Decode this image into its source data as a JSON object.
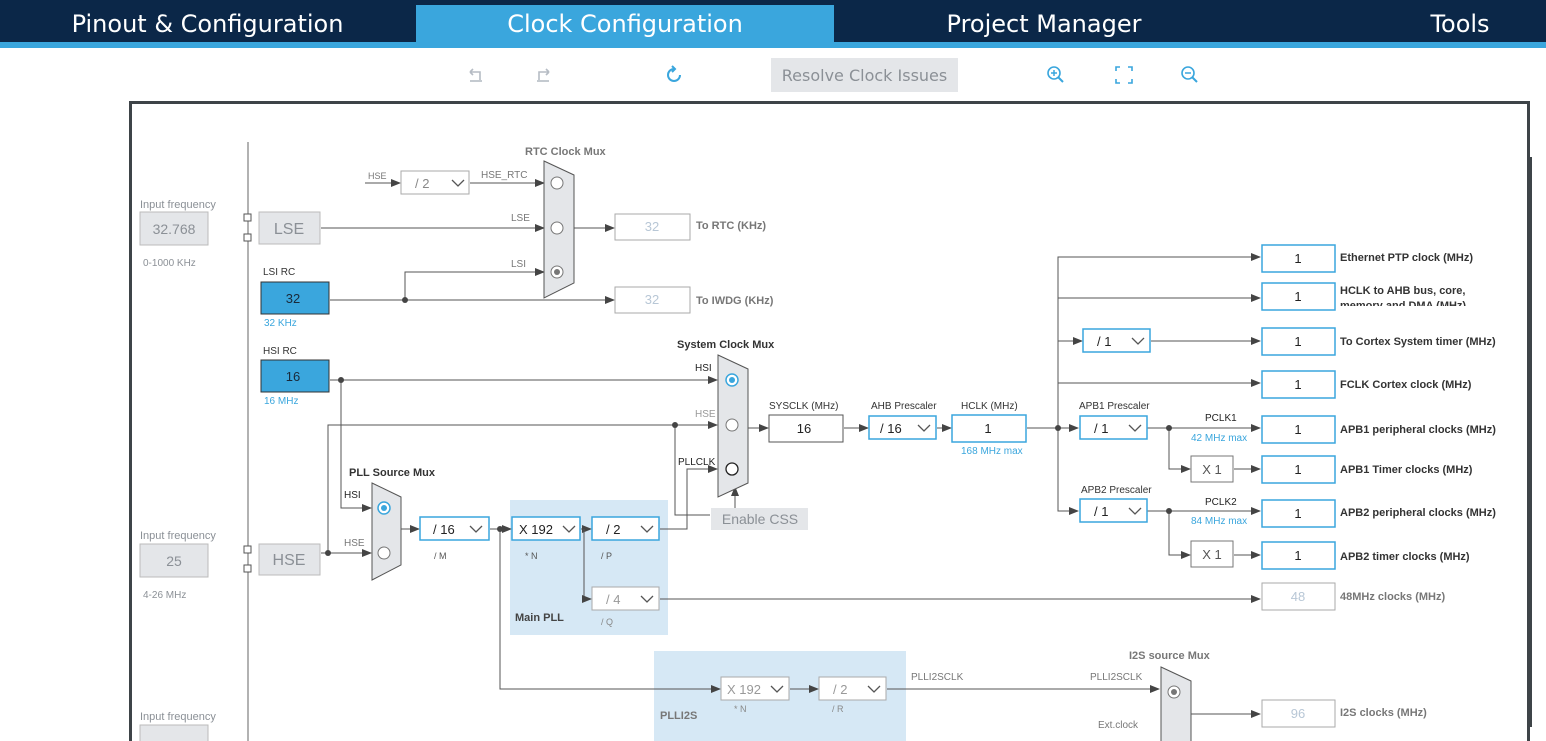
{
  "tabs": [
    {
      "label": "Pinout & Configuration",
      "active": false
    },
    {
      "label": "Clock Configuration",
      "active": true
    },
    {
      "label": "Project Manager",
      "active": false
    },
    {
      "label": "Tools",
      "active": false
    }
  ],
  "toolbar": {
    "resolve_label": "Resolve Clock Issues",
    "icons": [
      "undo-icon",
      "redo-icon",
      "refresh-icon",
      "zoom-in-icon",
      "fit-icon",
      "zoom-out-icon"
    ]
  },
  "diagram": {
    "lse": {
      "input_label": "Input frequency",
      "input_value": "32.768",
      "range": "0-1000 KHz",
      "box": "LSE"
    },
    "lsi": {
      "label": "LSI RC",
      "value": "32",
      "freq": "32 KHz"
    },
    "hsi": {
      "label": "HSI RC",
      "value": "16",
      "freq": "16 MHz"
    },
    "hse": {
      "input_label": "Input frequency",
      "input_value": "25",
      "range": "4-26 MHz",
      "box": "HSE"
    },
    "input3": {
      "label": "Input frequency"
    },
    "rtc_mux": {
      "title": "RTC Clock Mux",
      "hse_label": "HSE",
      "div": "/ 2",
      "hse_rtc": "HSE_RTC",
      "lse": "LSE",
      "lsi": "LSI",
      "to_rtc_value": "32",
      "to_rtc_label": "To RTC (KHz)",
      "to_iwdg_value": "32",
      "to_iwdg_label": "To IWDG (KHz)"
    },
    "sys_mux": {
      "title": "System Clock Mux",
      "hsi": "HSI",
      "hse": "HSE",
      "pllclk": "PLLCLK",
      "enable_css": "Enable CSS"
    },
    "pll_src_mux": {
      "title": "PLL Source Mux",
      "hsi": "HSI",
      "hse": "HSE"
    },
    "main_pll": {
      "title": "Main PLL",
      "m_value": "/ 16",
      "m_label": "/ M",
      "n_value": "X 192",
      "n_label": "* N",
      "p_value": "/ 2",
      "p_label": "/ P",
      "q_value": "/ 4",
      "q_label": "/ Q"
    },
    "sysclk": {
      "label": "SYSCLK (MHz)",
      "value": "16"
    },
    "ahb": {
      "label": "AHB Prescaler",
      "value": "/ 16"
    },
    "hclk": {
      "label": "HCLK (MHz)",
      "value": "1",
      "max": "168 MHz max"
    },
    "apb1": {
      "label": "APB1 Prescaler",
      "value": "/ 1",
      "pclk": "PCLK1",
      "max": "42 MHz max",
      "timer_mult": "X 1"
    },
    "apb2": {
      "label": "APB2 Prescaler",
      "value": "/ 1",
      "pclk": "PCLK2",
      "max": "84 MHz max",
      "timer_mult": "X 1"
    },
    "cortex_div": "/ 1",
    "outputs": [
      {
        "value": "1",
        "label": "Ethernet PTP clock (MHz)"
      },
      {
        "value": "1",
        "label": "HCLK to AHB bus, core,",
        "label2": "memory and DMA (MHz)"
      },
      {
        "value": "1",
        "label": "To Cortex System timer (MHz)"
      },
      {
        "value": "1",
        "label": "FCLK Cortex clock (MHz)"
      },
      {
        "value": "1",
        "label": "APB1 peripheral clocks (MHz)"
      },
      {
        "value": "1",
        "label": "APB1 Timer clocks (MHz)"
      },
      {
        "value": "1",
        "label": "APB2 peripheral clocks (MHz)"
      },
      {
        "value": "1",
        "label": "APB2 timer clocks (MHz)"
      },
      {
        "value": "48",
        "label": "48MHz clocks (MHz)"
      },
      {
        "value": "96",
        "label": "I2S clocks (MHz)"
      }
    ],
    "plli2s": {
      "title": "PLLI2S",
      "n_value": "X 192",
      "n_label": "* N",
      "r_value": "/ 2",
      "r_label": "/ R",
      "out": "PLLI2SCLK",
      "out2": "PLLI2SCLK"
    },
    "i2s_mux": {
      "title": "I2S source Mux",
      "ext": "Ext.clock"
    }
  },
  "colors": {
    "header": "#0b2748",
    "accent": "#3aa6dd",
    "pll_bg": "#d6e8f5"
  }
}
